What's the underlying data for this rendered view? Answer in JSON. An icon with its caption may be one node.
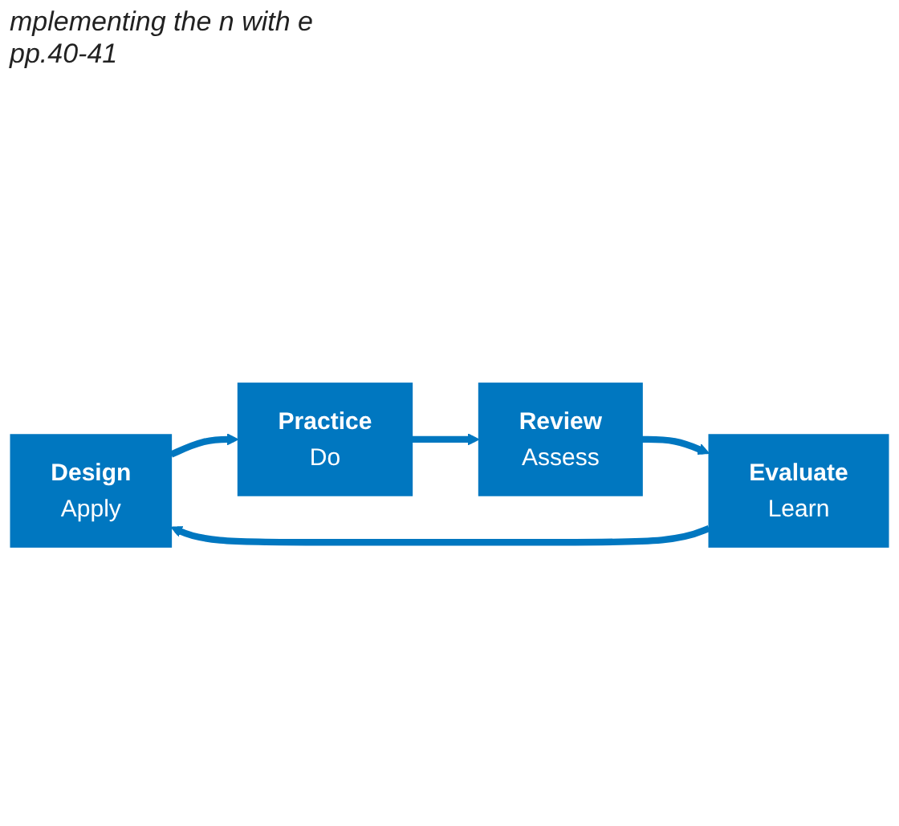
{
  "diagram": {
    "nodes": [
      {
        "text": [
          "Design",
          "Apply"
        ]
      },
      {
        "text": [
          "Practice",
          "Do"
        ]
      },
      {
        "text": [
          "Review",
          "Assess"
        ]
      },
      {
        "text": [
          "Evaluate",
          "Learn"
        ]
      }
    ],
    "edges": [
      {
        "from": 0,
        "to": 1,
        "arrow": "to"
      },
      {
        "from": 1,
        "to": 2,
        "arrow": "to"
      },
      {
        "from": 2,
        "to": 3,
        "arrow": "to"
      },
      {
        "from": 3,
        "to": 0,
        "arrow": "to"
      }
    ],
    "labels": [
      "mplementing the n with e pp.40-41"
    ]
  }
}
